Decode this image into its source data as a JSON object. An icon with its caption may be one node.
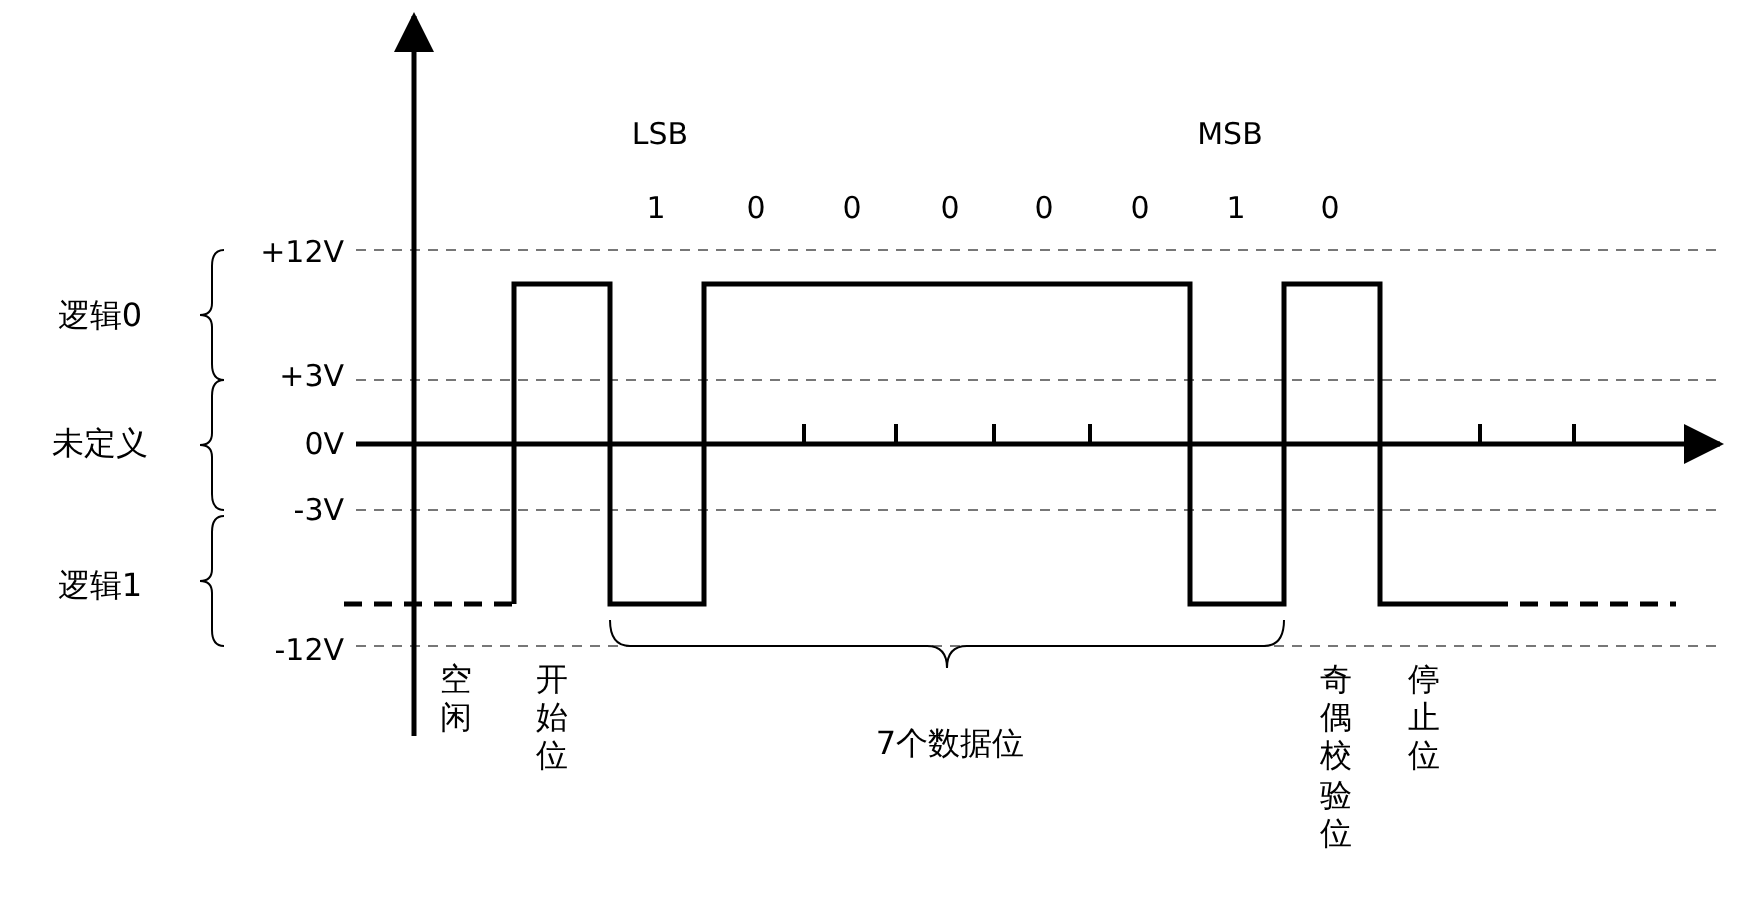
{
  "diagram": {
    "labels": [
      "LSB",
      "MSB",
      "1",
      "0",
      "0",
      "0",
      "0",
      "0",
      "1",
      "0",
      "逻辑0",
      "+12V",
      "+3V",
      "未定义",
      "0V",
      "-3V",
      "逻辑1",
      "-12V",
      "空闲",
      "开始位",
      "7个数据位",
      "奇偶校验位",
      "停止位"
    ]
  }
}
